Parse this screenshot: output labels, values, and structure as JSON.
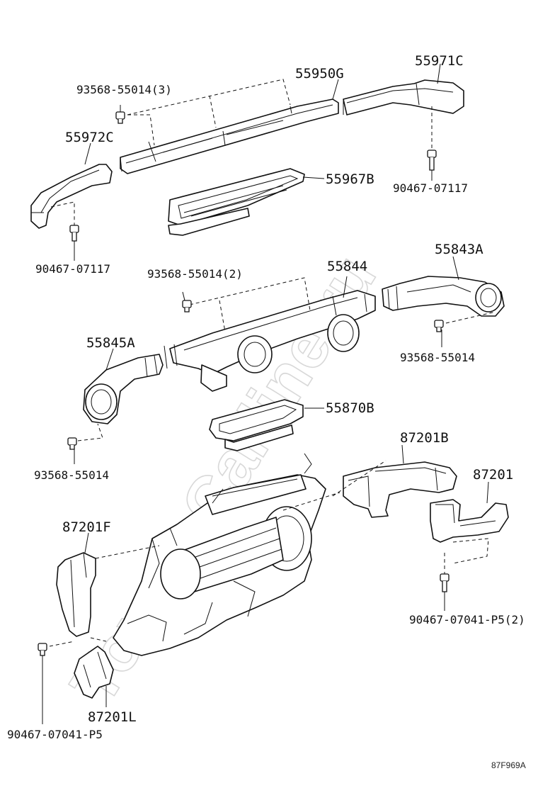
{
  "diagram": {
    "watermark": "ToyotaCarline.ru",
    "code": "87F969A",
    "labels": {
      "p55971C": "55971C",
      "p55950G": "55950G",
      "p93568_55014_3": "93568-55014(3)",
      "p55972C": "55972C",
      "p55967B": "55967B",
      "p90467_07117_a": "90467-07117",
      "p90467_07117_b": "90467-07117",
      "p93568_55014_2": "93568-55014(2)",
      "p55844": "55844",
      "p55843A": "55843A",
      "p55845A": "55845A",
      "p93568_55014_a": "93568-55014",
      "p93568_55014_b": "93568-55014",
      "p55870B": "55870B",
      "p87201B": "87201B",
      "p87201": "87201",
      "p87201F": "87201F",
      "p90467_07041_P5_2": "90467-07041-P5(2)",
      "p87201L": "87201L",
      "p90467_07041_P5": "90467-07041-P5"
    }
  }
}
